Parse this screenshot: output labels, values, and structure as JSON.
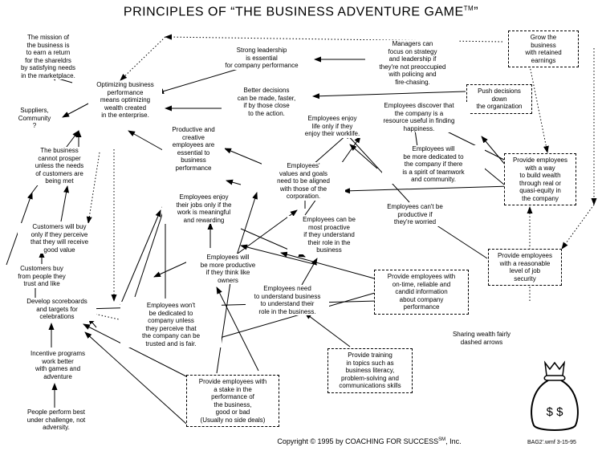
{
  "title": "PRINCIPLES OF “THE BUSINESS ADVENTURE GAME",
  "title_mark": "TM",
  "title_end": "”",
  "nodes": {
    "mission": "The mission of\nthe business is\nto earn a return\nfor the shareldrs\nby satisfying needs\nin the marketplace.",
    "optimizing": "Optimizing business\nperformance\nmeans optimizing\nwealth created\nin the enterprise.",
    "suppliers": "Suppliers,\nCommunity\n?",
    "cannot_prosper": "The business\ncannot prosper\nunless the needs\nof customers are\nbeing met",
    "customers_buy_value": "Customers will buy\nonly if they perceive\nthat they will receive\ngood value",
    "customers_buy_trust": "Customers buy\nfrom people they\ntrust and like",
    "scoreboards": "Develop scoreboards\nand targets for\ncelebrations",
    "incentive": "Incentive programs\nwork better\nwith games and\nadventure",
    "challenge": "People perform best\nunder challenge, not\nadversity.",
    "leadership": "Strong leadership\nis essential\nfor company performance",
    "managers": "Managers can\nfocus on strategy\nand leadership if\nthey're not preoccupied\nwith policing and\nfire-chasing.",
    "grow": "Grow the\nbusiness\nwith retained\nearnings",
    "push_decisions": "Push decisions\ndown\nthe organization",
    "better_decisions": "Better decisions\ncan be made, faster,\nif by those close\nto the action.",
    "productive_creative": "Productive and\ncreative\nemployees are\nessential to\nbusiness\nperformance",
    "enjoy_life": "Employees enjoy\nlife only if they\nenjoy their worklife.",
    "discover": "Employees discover that\nthe company is a\nresource useful in finding\nhappiness.",
    "values_goals": "Employees'\nvalues and goals\nneed to be aligned\nwith those of the\ncorporation.",
    "teamwork": "Employees will\nbe more dedicated to\nthe company if there\nis a spirit of teamwork\nand community.",
    "build_wealth": "Provide employees\nwith a way\nto build wealth\nthrough real or\nquasi-equity in\nthe company",
    "enjoy_jobs": "Employees enjoy\ntheir jobs only if the\nwork is meaningful\nand rewarding",
    "worried": "Employees can't be\nproductive if\nthey're worried",
    "proactive": "Employees can be\nmost proactive\nif they understand\ntheir role in the\nbusiness",
    "job_security": "Provide employees\nwith a reasonable\nlevel of job\nsecurity",
    "productive_owners": "Employees will\nbe more productive\nif they think like\nowners",
    "information": "Provide employees with\non-time, reliable and\ncandid information\nabout company\nperformance",
    "not_dedicated": "Employees won't\nbe dedicated to\ncompany unless\nthey perceive that\nthe company can be\ntrusted and is fair.",
    "understand_business": "Employees need\nto understand business\nto understand their\nrole in the business.",
    "training": "Provide training\nin topics such as\nbusiness literacy,\nproblem-solving and\ncommunications skills",
    "stake": "Provide employees with\na stake in the\nperformance of\nthe business,\ngood or bad\n(Usually no side deals)"
  },
  "legend": "Sharing wealth fairly\ndashed arrows",
  "footer": "Copyright © 1995 by COACHING FOR SUCCESS",
  "footer_mark": "SM",
  "footer_end": ", Inc.",
  "file_ref": "BAG2'.wmf 3-15-95",
  "moneybag_label": "$ $",
  "colors": {
    "ink": "#000000",
    "paper": "#ffffff"
  }
}
